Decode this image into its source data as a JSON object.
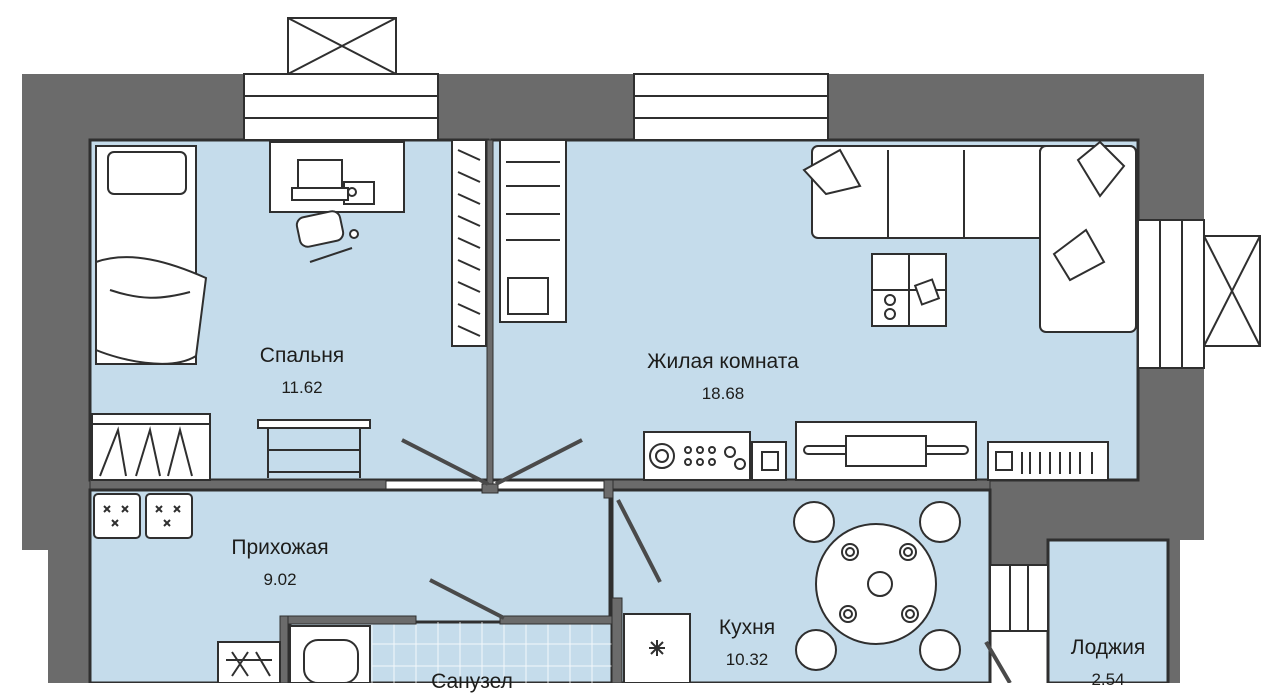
{
  "colors": {
    "wall": "#6b6b6b",
    "floor": "#c5dceb",
    "outline": "#2f2f2f",
    "furniture": "#ffffff",
    "background": "#ffffff"
  },
  "rooms": [
    {
      "key": "bedroom",
      "name": "Спальня",
      "area": "11.62"
    },
    {
      "key": "living",
      "name": "Жилая комната",
      "area": "18.68"
    },
    {
      "key": "hall",
      "name": "Прихожая",
      "area": "9.02"
    },
    {
      "key": "kitchen",
      "name": "Кухня",
      "area": "10.32"
    },
    {
      "key": "loggia",
      "name": "Лоджия",
      "area": "2.54"
    },
    {
      "key": "bathroom",
      "name": "Санузел",
      "area": ""
    }
  ],
  "icons": [
    "ventilation-icon",
    "bed-icon",
    "desk-icon",
    "laptop-icon",
    "office-chair-icon",
    "wardrobe-icon",
    "sofa-icon",
    "coffee-table-icon",
    "tv-stand-icon",
    "dining-table-icon",
    "stove-icon",
    "bathtub-icon",
    "washing-machine-icon"
  ]
}
